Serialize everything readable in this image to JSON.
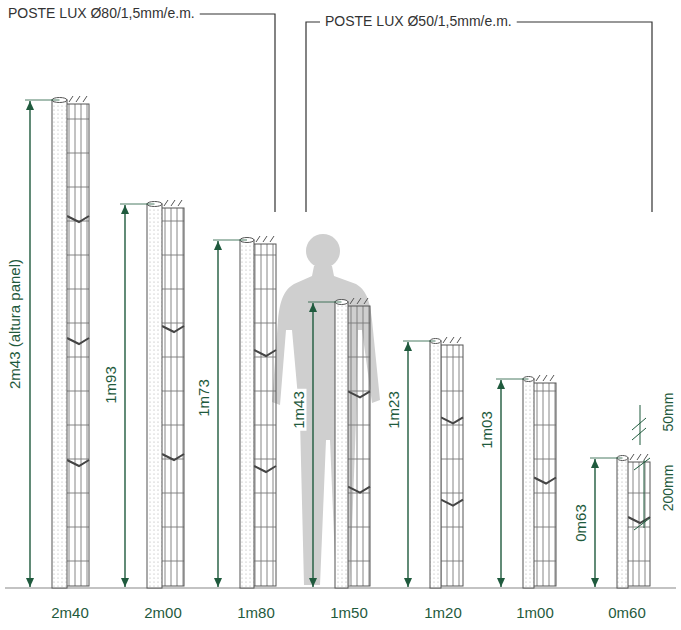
{
  "diagram": {
    "labels": [
      "POSTE LUX Ø80/1,5mm/e.m.",
      "POSTE LUX Ø50/1,5mm/e.m.",
      "2m43 (altura panel)",
      "1m93",
      "1m73",
      "1m43",
      "1m23",
      "1m03",
      "0m63",
      "50mm",
      "200mm",
      "2m40",
      "2m00",
      "1m80",
      "1m50",
      "1m20",
      "1m00",
      "0m60"
    ]
  }
}
